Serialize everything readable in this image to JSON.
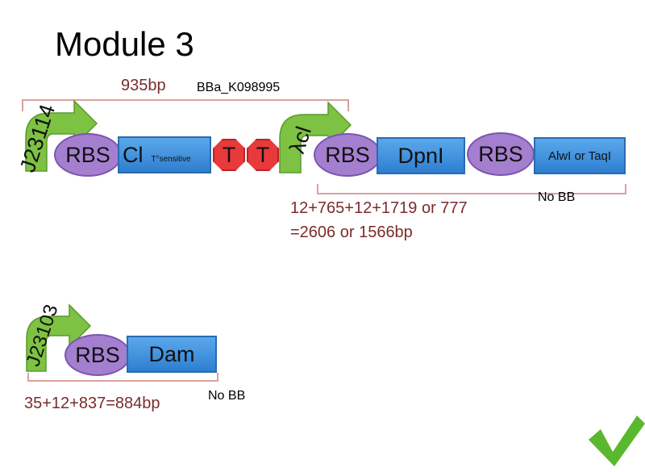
{
  "title": "Module 3",
  "module_top": {
    "length_label": "935bp",
    "biobrick_id": "BBa_K098995",
    "promoter1": "J23114",
    "rbs1": "RBS",
    "ci_main": "Cl",
    "ci_sub": "T°sensitive",
    "term1": "T",
    "term2": "T",
    "promoter2": "λcl",
    "rbs2": "RBS",
    "gene2": "DpnI",
    "rbs3": "RBS",
    "gene3": "AlwI or TaqI",
    "no_bb": "No BB",
    "calc_line1": "12+765+12+1719 or  777",
    "calc_line2": "=2606 or 1566bp"
  },
  "module_bottom": {
    "promoter": "J23103",
    "rbs": "RBS",
    "gene": "Dam",
    "calc": "35+12+837=884bp",
    "no_bb": "No BB"
  },
  "colors": {
    "promoter_arrow": "#7dc242",
    "rbs": "#a57fcf",
    "gene_box": "#3d8fe0",
    "terminator": "#e8393b",
    "bracket": "#d9a0a0",
    "check": "#5ab82e"
  }
}
